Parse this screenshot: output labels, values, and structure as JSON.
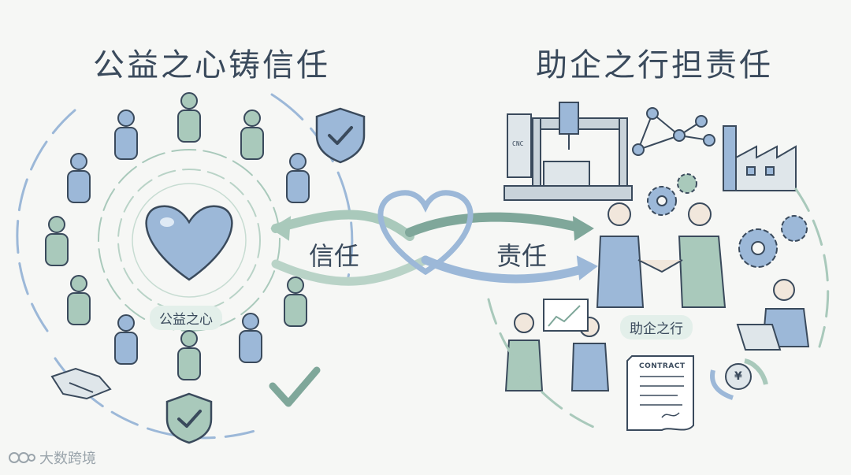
{
  "titles": {
    "left": "公益之心铸信任",
    "right": "助企之行担责任"
  },
  "arrows": {
    "trust": "信任",
    "responsibility": "责任"
  },
  "tags": {
    "left": "公益之心",
    "right": "助企之行"
  },
  "props": {
    "contract": "CONTRACT",
    "machine": "CNC",
    "currency": "¥"
  },
  "watermark": "大数跨境",
  "colors": {
    "ink": "#3a4a5c",
    "blue": "#9cb8d8",
    "green": "#a9c9bb",
    "teal": "#7fa79a"
  }
}
